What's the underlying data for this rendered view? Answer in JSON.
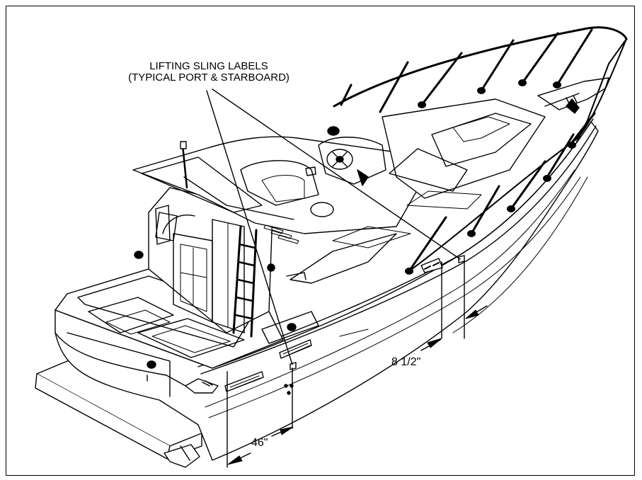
{
  "callout": {
    "line1": "LIFTING SLING LABELS",
    "line2": "(TYPICAL PORT & STARBOARD)"
  },
  "dimensions": {
    "bow_offset": "8 1/2\"",
    "stern_offset": "46\""
  }
}
